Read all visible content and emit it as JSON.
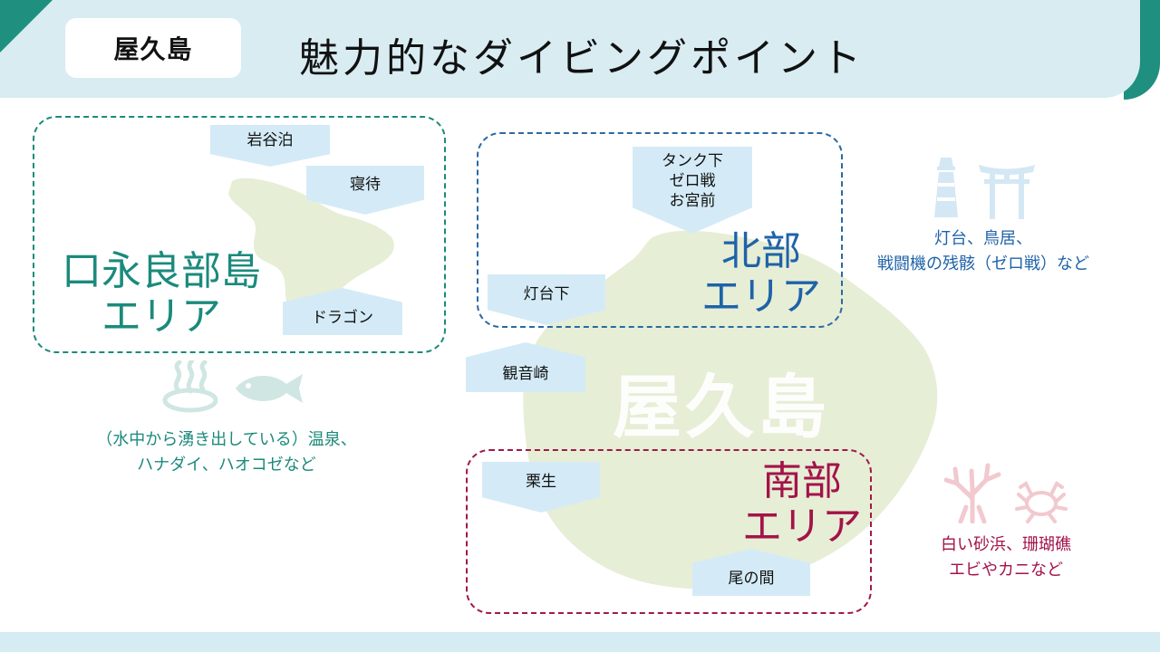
{
  "header": {
    "island_tag": "屋久島",
    "title": "魅力的なダイビングポイント"
  },
  "island_label": "屋久島",
  "areas": {
    "kuchinoerabu": {
      "name_line1": "口永良部島",
      "name_line2": "エリア",
      "spots": [
        "岩谷泊",
        "寝待",
        "ドラゴン"
      ],
      "note_line1": "（水中から湧き出している）温泉、",
      "note_line2": "ハナダイ、ハオコゼなど",
      "icons": [
        "hot-spring-icon",
        "fish-icon"
      ]
    },
    "north": {
      "name_line1": "北部",
      "name_line2": "エリア",
      "spots": [
        "タンク下",
        "ゼロ戦",
        "お宮前",
        "灯台下"
      ],
      "note_line1": "灯台、鳥居、",
      "note_line2": "戦闘機の残骸（ゼロ戦）など",
      "icons": [
        "lighthouse-icon",
        "torii-icon"
      ]
    },
    "south": {
      "name_line1": "南部",
      "name_line2": "エリア",
      "spots": [
        "栗生",
        "尾の間"
      ],
      "note_line1": "白い砂浜、珊瑚礁",
      "note_line2": "エビやカニなど",
      "icons": [
        "coral-icon",
        "crab-icon"
      ]
    }
  },
  "other_spots": [
    "観音崎"
  ],
  "colors": {
    "teal": "#1b8a7c",
    "blue": "#1f63a8",
    "red": "#a31349",
    "land": "#e6eed6",
    "spot_bg": "#d4ebf7",
    "header_bg": "#d8ecf2"
  }
}
